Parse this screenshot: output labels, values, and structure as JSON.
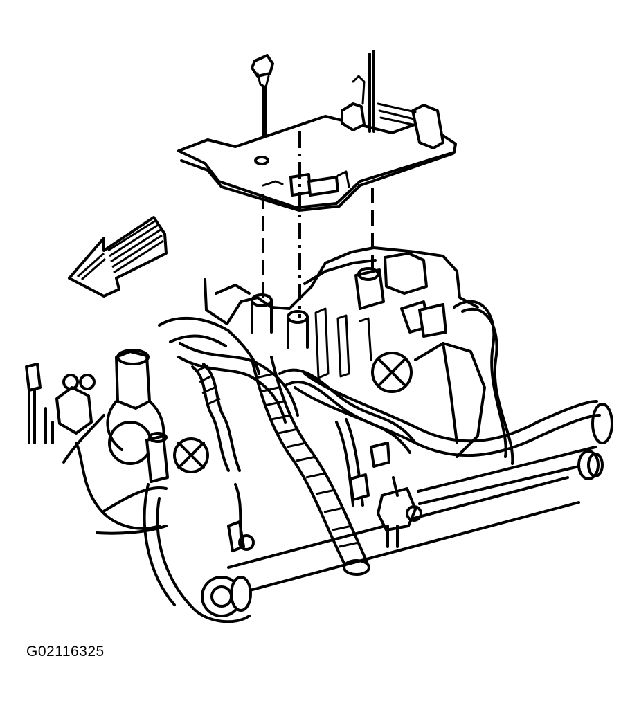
{
  "figure": {
    "code": "G02116325",
    "icons": {
      "direction_arrow": "front-direction-arrow-icon",
      "bolt": "bolt-icon",
      "bracket": "mounting-bracket",
      "engine": "engine-intake-manifold"
    }
  }
}
